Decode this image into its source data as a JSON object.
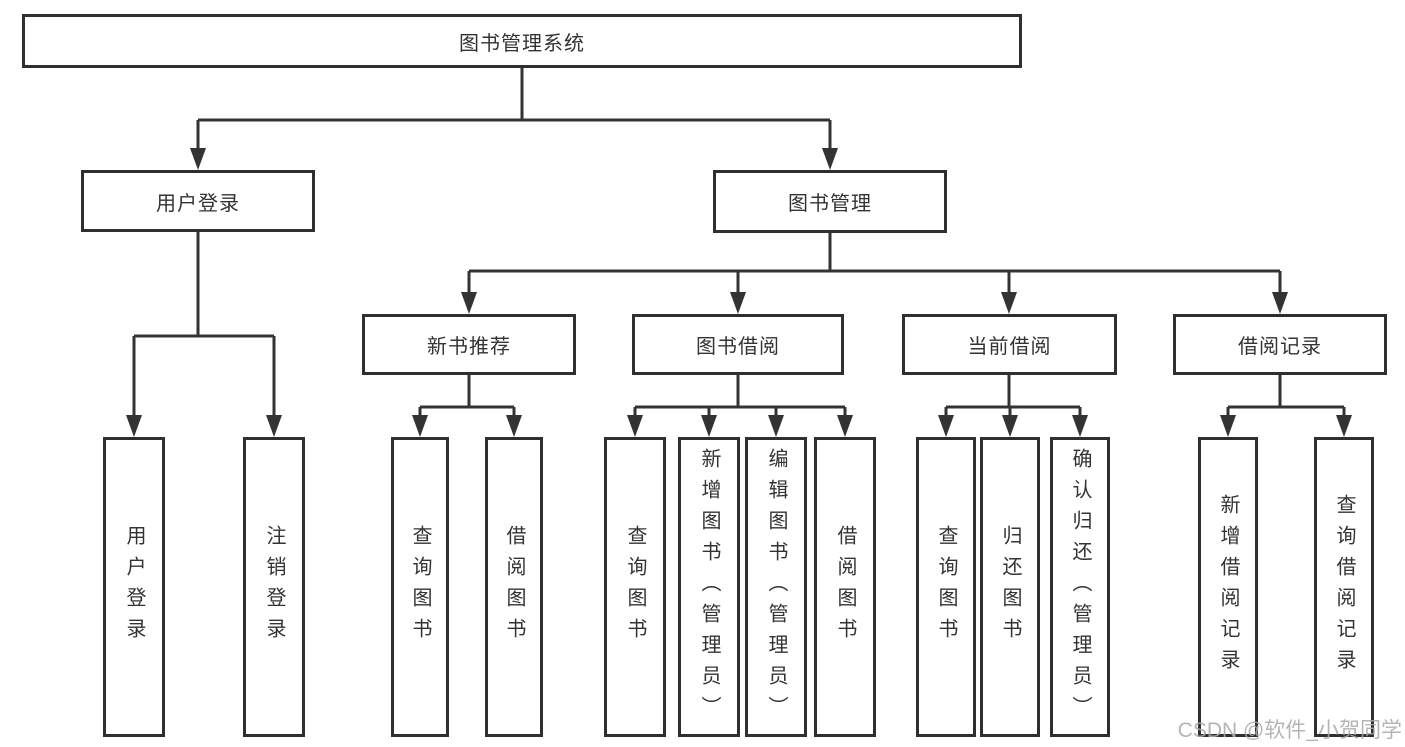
{
  "tree": {
    "root": {
      "label": "图书管理系统"
    },
    "level1": [
      {
        "label": "用户登录",
        "children": [
          {
            "label": "用户登录"
          },
          {
            "label": "注销登录"
          }
        ]
      },
      {
        "label": "图书管理",
        "children": [
          {
            "label": "新书推荐",
            "children": [
              {
                "label": "查询图书"
              },
              {
                "label": "借阅图书"
              }
            ]
          },
          {
            "label": "图书借阅",
            "children": [
              {
                "label": "查询图书"
              },
              {
                "label": "新增图书（管理员）"
              },
              {
                "label": "编辑图书（管理员）"
              },
              {
                "label": "借阅图书"
              }
            ]
          },
          {
            "label": "当前借阅",
            "children": [
              {
                "label": "查询图书"
              },
              {
                "label": "归还图书"
              },
              {
                "label": "确认归还（管理员）"
              }
            ]
          },
          {
            "label": "借阅记录",
            "children": [
              {
                "label": "新增借阅记录"
              },
              {
                "label": "查询借阅记录"
              }
            ]
          }
        ]
      }
    ]
  },
  "watermark": "CSDN @软件_小贺同学",
  "colors": {
    "line": "#333333",
    "box_border": "#2f2f2f",
    "box_fill": "#ffffff",
    "text": "#333333",
    "watermark": "#aaaaaa",
    "background": "#ffffff"
  }
}
